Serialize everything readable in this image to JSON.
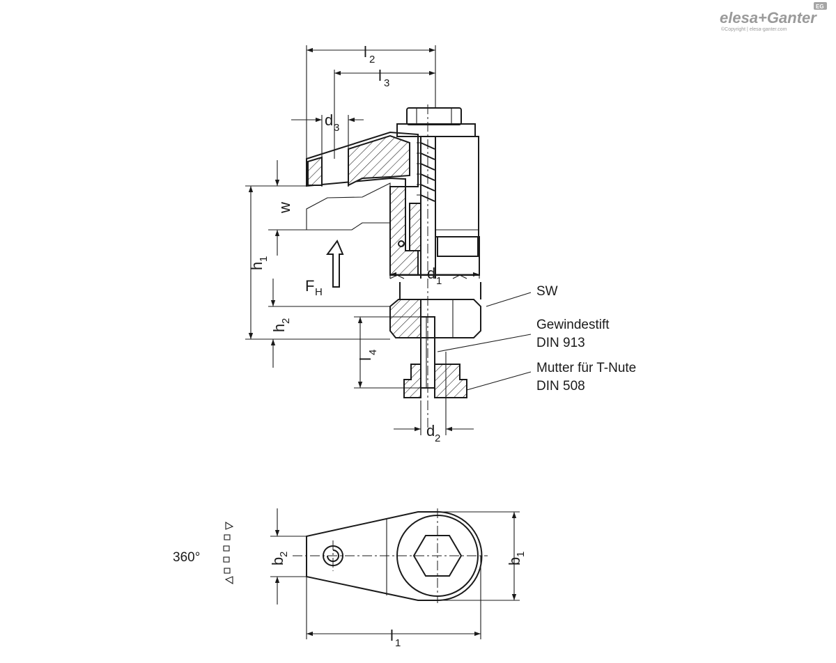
{
  "logo": {
    "brand": "elesa+Ganter",
    "badge": "EG",
    "copyright": "©Copyright | elesa-ganter.com"
  },
  "dimensions": {
    "l2": {
      "main": "l",
      "sub": "2"
    },
    "l3": {
      "main": "l",
      "sub": "3"
    },
    "d3": {
      "main": "d",
      "sub": "3"
    },
    "w": {
      "main": "w",
      "sub": ""
    },
    "h1": {
      "main": "h",
      "sub": "1"
    },
    "fh": {
      "main": "F",
      "sub": "H"
    },
    "d1": {
      "main": "d",
      "sub": "1"
    },
    "h2": {
      "main": "h",
      "sub": "2"
    },
    "l4": {
      "main": "l",
      "sub": "4"
    },
    "d2": {
      "main": "d",
      "sub": "2"
    },
    "b2": {
      "main": "b",
      "sub": "2"
    },
    "b1": {
      "main": "b",
      "sub": "1"
    },
    "l1": {
      "main": "l",
      "sub": "1"
    }
  },
  "callouts": {
    "sw": "SW",
    "gewindestift_line1": "Gewindestift",
    "gewindestift_line2": "DIN 913",
    "mutter_line1": "Mutter für T-Nute",
    "mutter_line2": "DIN 508"
  },
  "rotation": {
    "label": "360°",
    "icon": "rotation-arrow-icon"
  },
  "colors": {
    "line": "#1a1a1a",
    "logo": "#9a9a9a",
    "background": "#ffffff"
  }
}
